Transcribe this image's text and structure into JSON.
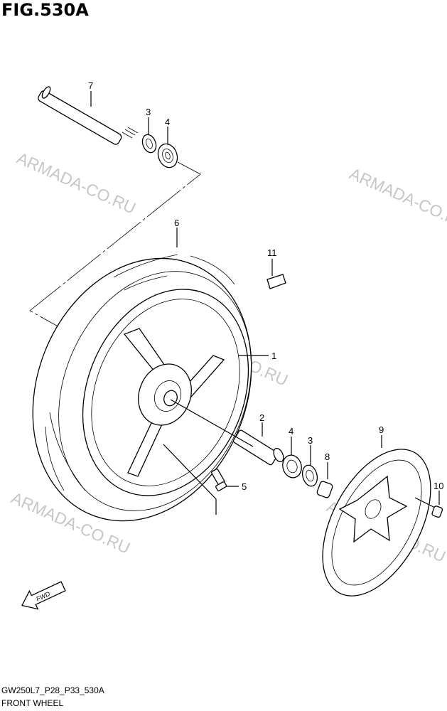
{
  "figure": {
    "title": "FIG.530A",
    "code": "GW250L7_P28_P33_530A",
    "name": "FRONT WHEEL"
  },
  "watermarks": [
    "ARMADA-CO.RU",
    "ARMADA-CO.RU",
    "ARMADA-CO.RU",
    "ARMADA-CO.RU",
    "ARMADA-CO.RU"
  ],
  "direction_badge": "FWD",
  "callouts": [
    "7",
    "3",
    "4",
    "6",
    "11",
    "1",
    "2",
    "4",
    "3",
    "8",
    "9",
    "10",
    "5"
  ],
  "parts": {
    "axle": "7",
    "seal": "3",
    "bearing": "4",
    "tire": "6",
    "weight": "11",
    "wheel": "1",
    "spacer": "2",
    "bearing_right": "4",
    "seal_right": "3",
    "collar": "8",
    "disc": "9",
    "bolt": "10",
    "valve": "5"
  }
}
